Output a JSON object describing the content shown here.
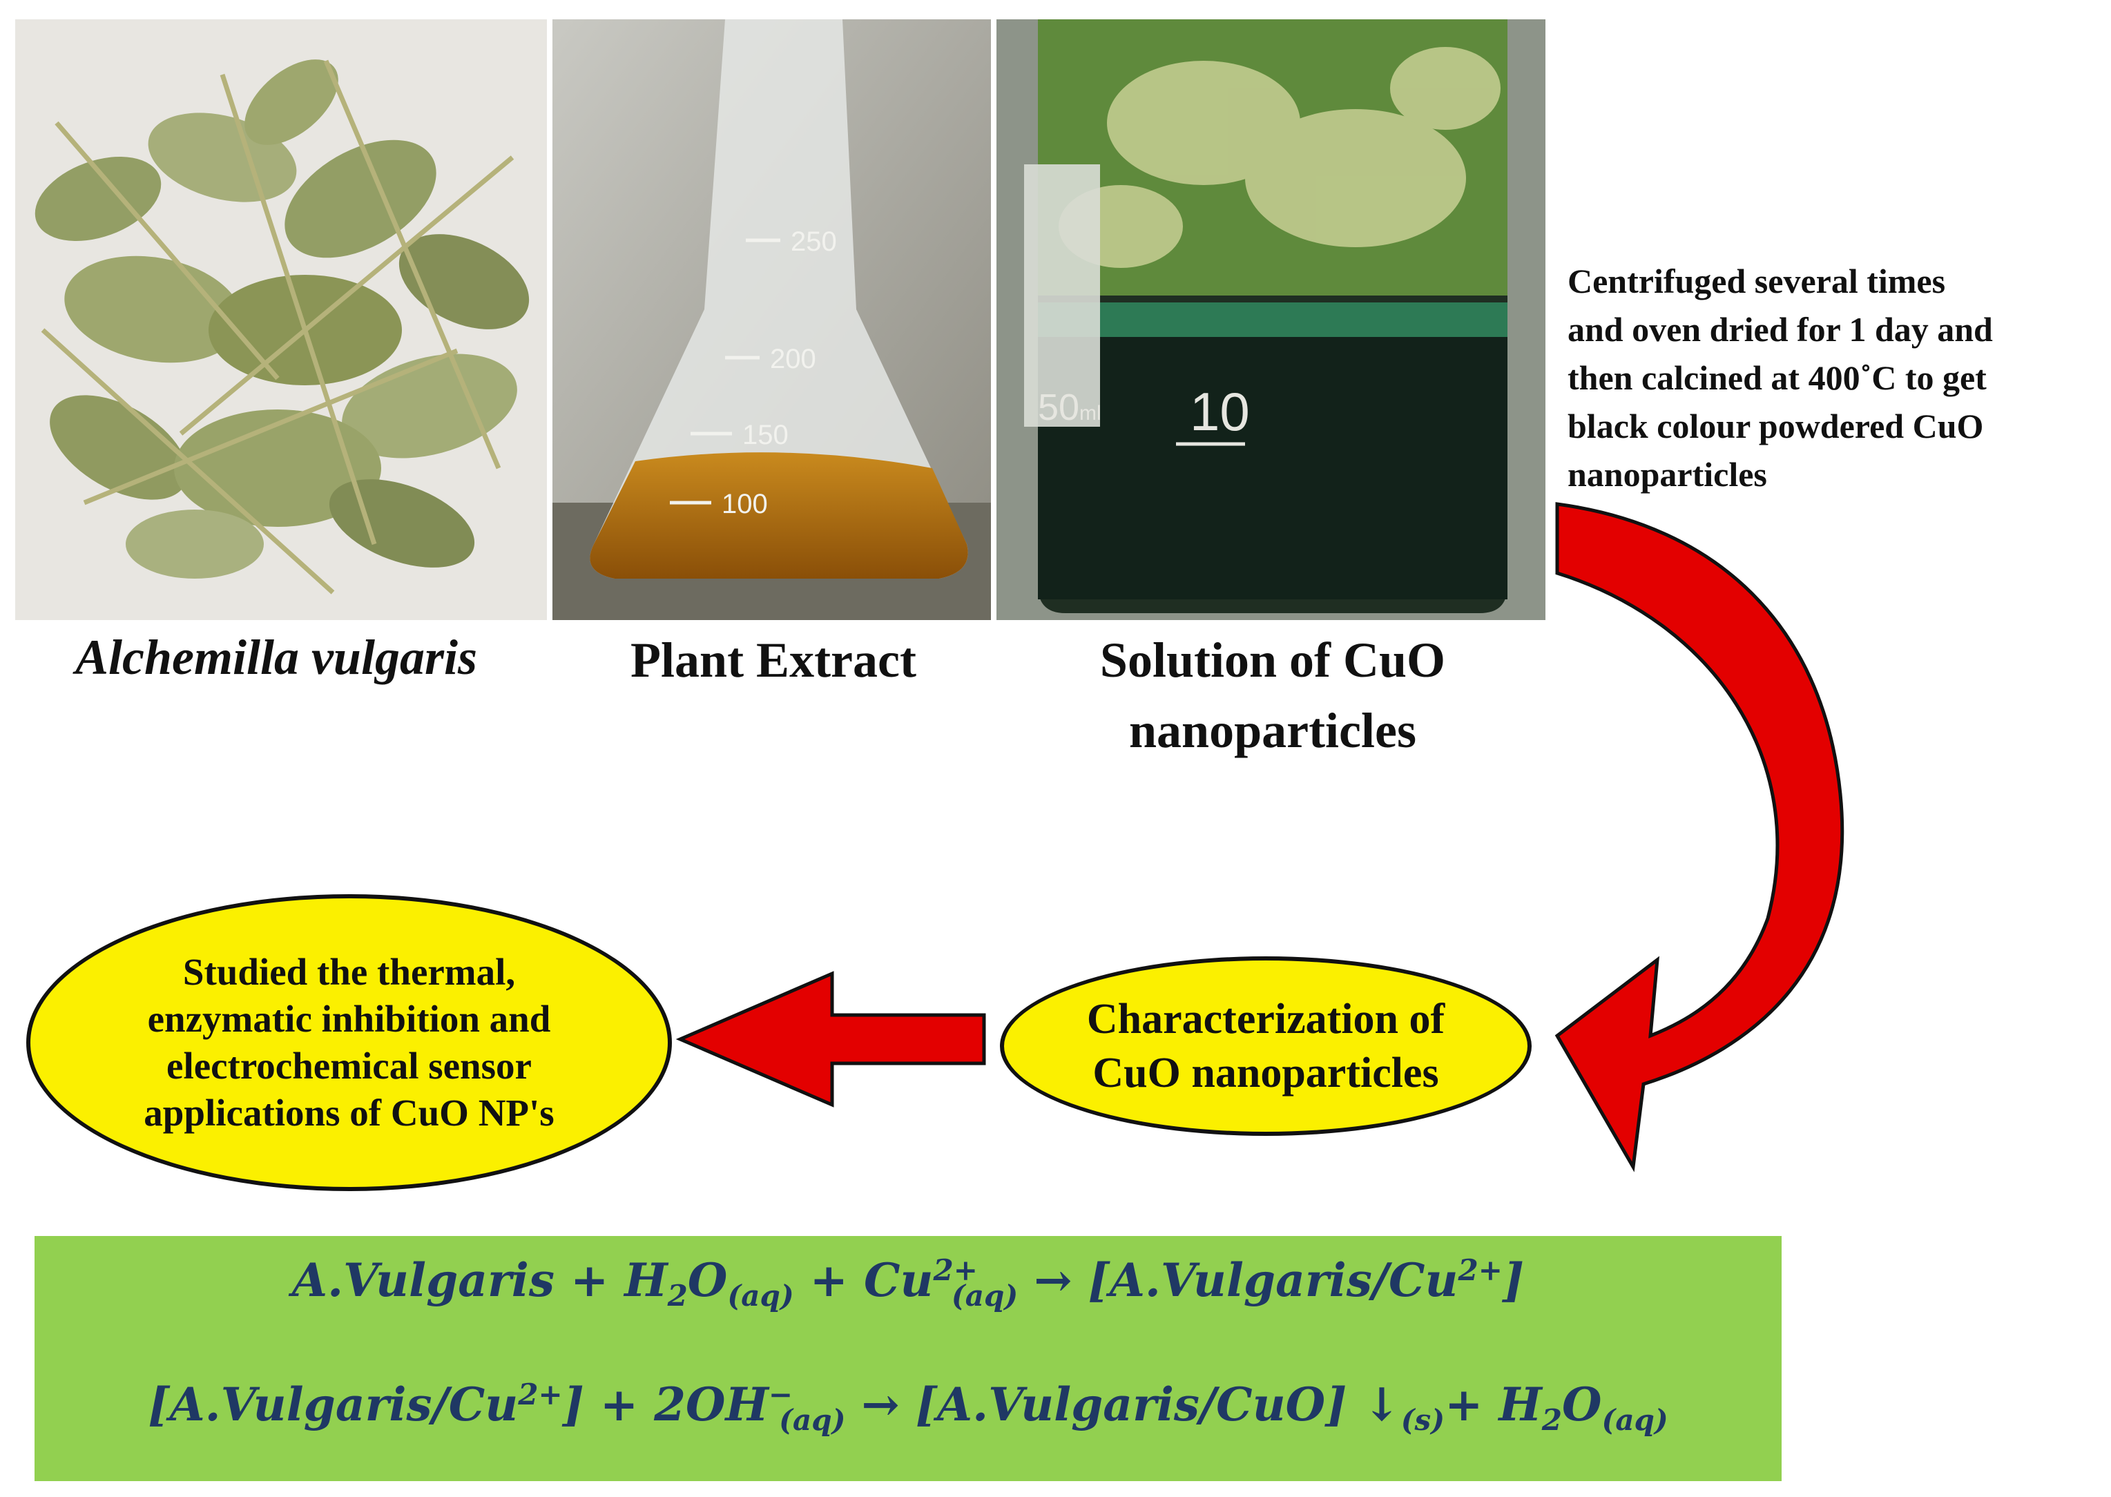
{
  "photos": [
    {
      "caption": "Alchemilla vulgaris"
    },
    {
      "caption": "Plant Extract",
      "flask_marks": [
        "250",
        "200",
        "150",
        "100"
      ]
    },
    {
      "caption_line1": "Solution of CuO",
      "caption_line2": "nanoparticles",
      "beaker_marks": [
        "10",
        "50",
        "ml"
      ]
    }
  ],
  "process_note": [
    "Centrifuged several times",
    "and oven dried for 1 day and",
    "then calcined at 400˚C to get",
    "black colour powdered CuO",
    "nanoparticles"
  ],
  "ovals": {
    "characterization": [
      "Characterization of",
      "CuO nanoparticles"
    ],
    "applications": [
      "Studied the thermal,",
      "enzymatic inhibition and",
      "electrochemical sensor",
      "applications of CuO NP's"
    ]
  },
  "equations": {
    "eq1": {
      "a": "A.Vulgaris + H",
      "a_sub": "2",
      "b": "O",
      "b_sub": "(aq)",
      "c": " + Cu",
      "c_sup": "2+",
      "c_sub": "(aq)",
      "d": " → [A.Vulgaris/Cu",
      "d_sup": "2+",
      "e": "]"
    },
    "eq2": {
      "a": "[A.Vulgaris/Cu",
      "a_sup": "2+",
      "b": "] + 2OH",
      "b_sup": "−",
      "b_sub": "(aq)",
      "c": " → [A.Vulgaris/CuO] ↓",
      "c_sub": "(s)",
      "d": "+  H",
      "d_sub": "2",
      "e": "O",
      "e_sub": "(aq)"
    }
  },
  "colors": {
    "arrow_red": "#e30000",
    "oval_yellow": "#fbf000",
    "equation_bg": "#92d050",
    "equation_text": "#1f3864"
  }
}
